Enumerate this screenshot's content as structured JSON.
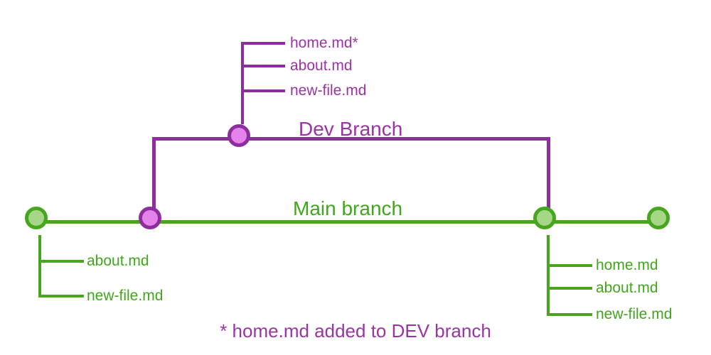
{
  "colors": {
    "purple_line": "#8e2d9e",
    "purple_fill": "#e583ea",
    "purple_text": "#9a34a4",
    "green_line": "#46a71f",
    "green_fill": "#a6d788",
    "green_text": "#42a51d",
    "background": "#ffffff"
  },
  "dev_branch": {
    "label": "Dev Branch",
    "files": [
      "home.md*",
      "about.md",
      "new-file.md"
    ]
  },
  "main_branch": {
    "label": "Main branch",
    "initial_commit_files": [
      "about.md",
      "new-file.md"
    ],
    "merge_commit_files": [
      "home.md",
      "about.md",
      "new-file.md"
    ]
  },
  "footnote": "* home.md added to DEV branch"
}
